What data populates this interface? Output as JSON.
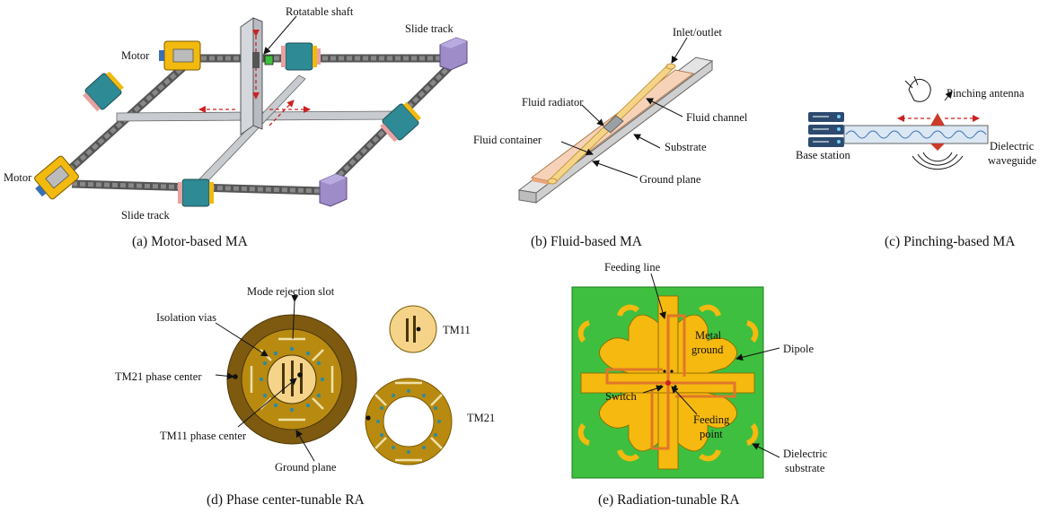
{
  "panels": {
    "a": {
      "caption": "(a) Motor-based MA",
      "labels": {
        "rotatable_shaft": "Rotatable shaft",
        "slide_track_top": "Slide track",
        "motor_top": "Motor",
        "motor_left": "Motor",
        "slide_track_bottom": "Slide track"
      }
    },
    "b": {
      "caption": "(b) Fluid-based MA",
      "labels": {
        "inlet_outlet": "Inlet/outlet",
        "fluid_radiator": "Fluid radiator",
        "fluid_channel": "Fluid channel",
        "fluid_container": "Fluid container",
        "substrate": "Substrate",
        "ground_plane": "Ground plane"
      }
    },
    "c": {
      "caption": "(c) Pinching-based MA",
      "labels": {
        "pinching_antenna": "Pinching antenna",
        "base_station": "Base station",
        "dielectric_waveguide_line1": "Dielectric",
        "dielectric_waveguide_line2": "waveguide"
      }
    },
    "d": {
      "caption": "(d) Phase center-tunable RA",
      "labels": {
        "mode_rejection_slot": "Mode rejection slot",
        "isolation_vias": "Isolation vias",
        "tm21_phase_center": "TM21 phase center",
        "tm11_phase_center": "TM11 phase center",
        "ground_plane": "Ground plane",
        "tm11": "TM11",
        "tm21": "TM21"
      }
    },
    "e": {
      "caption": "(e) Radiation-tunable RA",
      "labels": {
        "feeding_line": "Feeding line",
        "metal_ground_line1": "Metal",
        "metal_ground_line2": "ground",
        "dipole": "Dipole",
        "switch": "Switch",
        "feeding_point_line1": "Feeding",
        "feeding_point_line2": "point",
        "dielectric_substrate_line1": "Dielectric",
        "dielectric_substrate_line2": "substrate"
      }
    }
  },
  "colors": {
    "motor": "#f2b90f",
    "actuator": "#2e8a94",
    "slide_block": "#9d8cc8",
    "fluid_tube": "#f5d48a",
    "substrate_green": "#3fbf3f",
    "patch_gold": "#f5b90f",
    "ground_brown": "#7d5a10",
    "mid_gold": "#b88a10",
    "arrow_red": "#cc2222"
  }
}
